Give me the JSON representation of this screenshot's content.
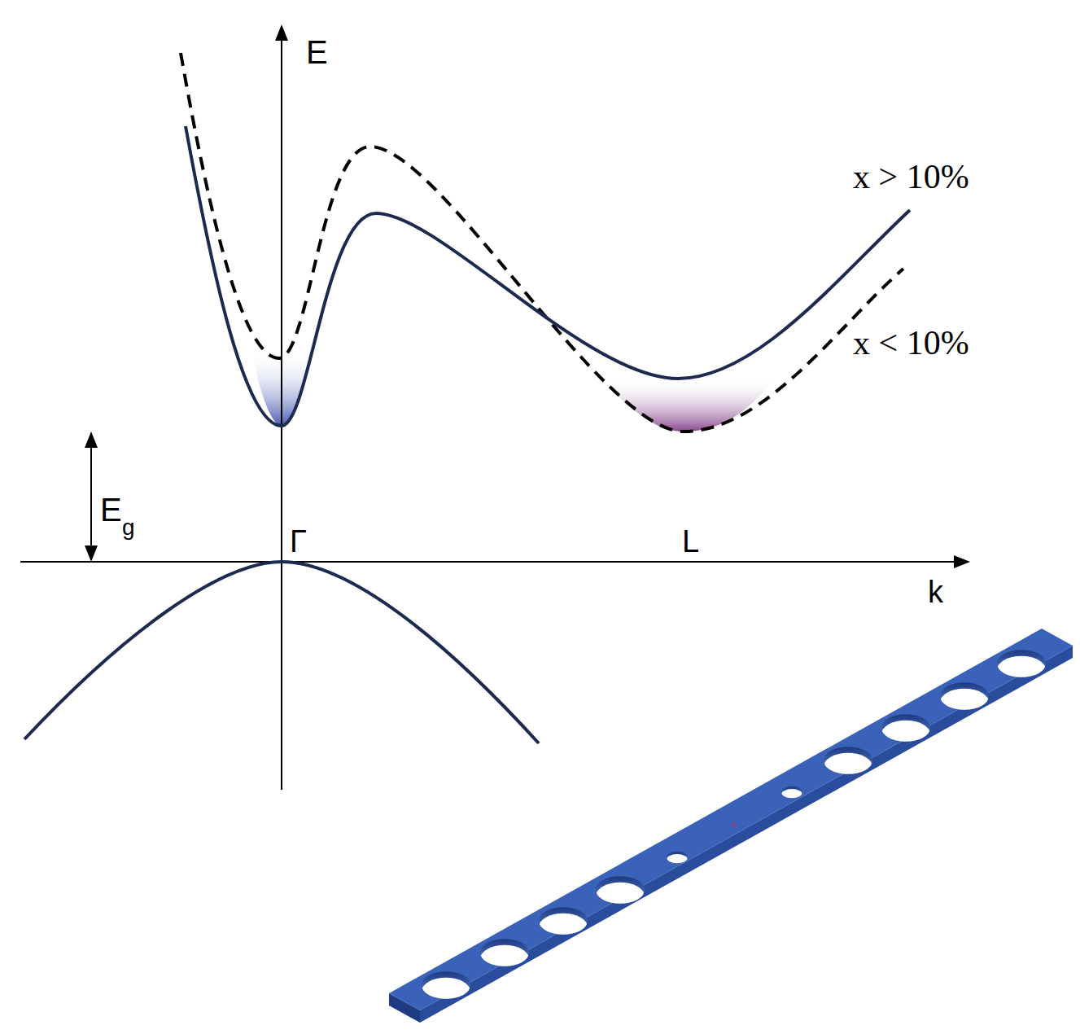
{
  "diagram": {
    "labels": [
      "E",
      "E",
      "g",
      "Γ",
      "L",
      "k",
      "x > 10%",
      "x < 10%"
    ]
  }
}
